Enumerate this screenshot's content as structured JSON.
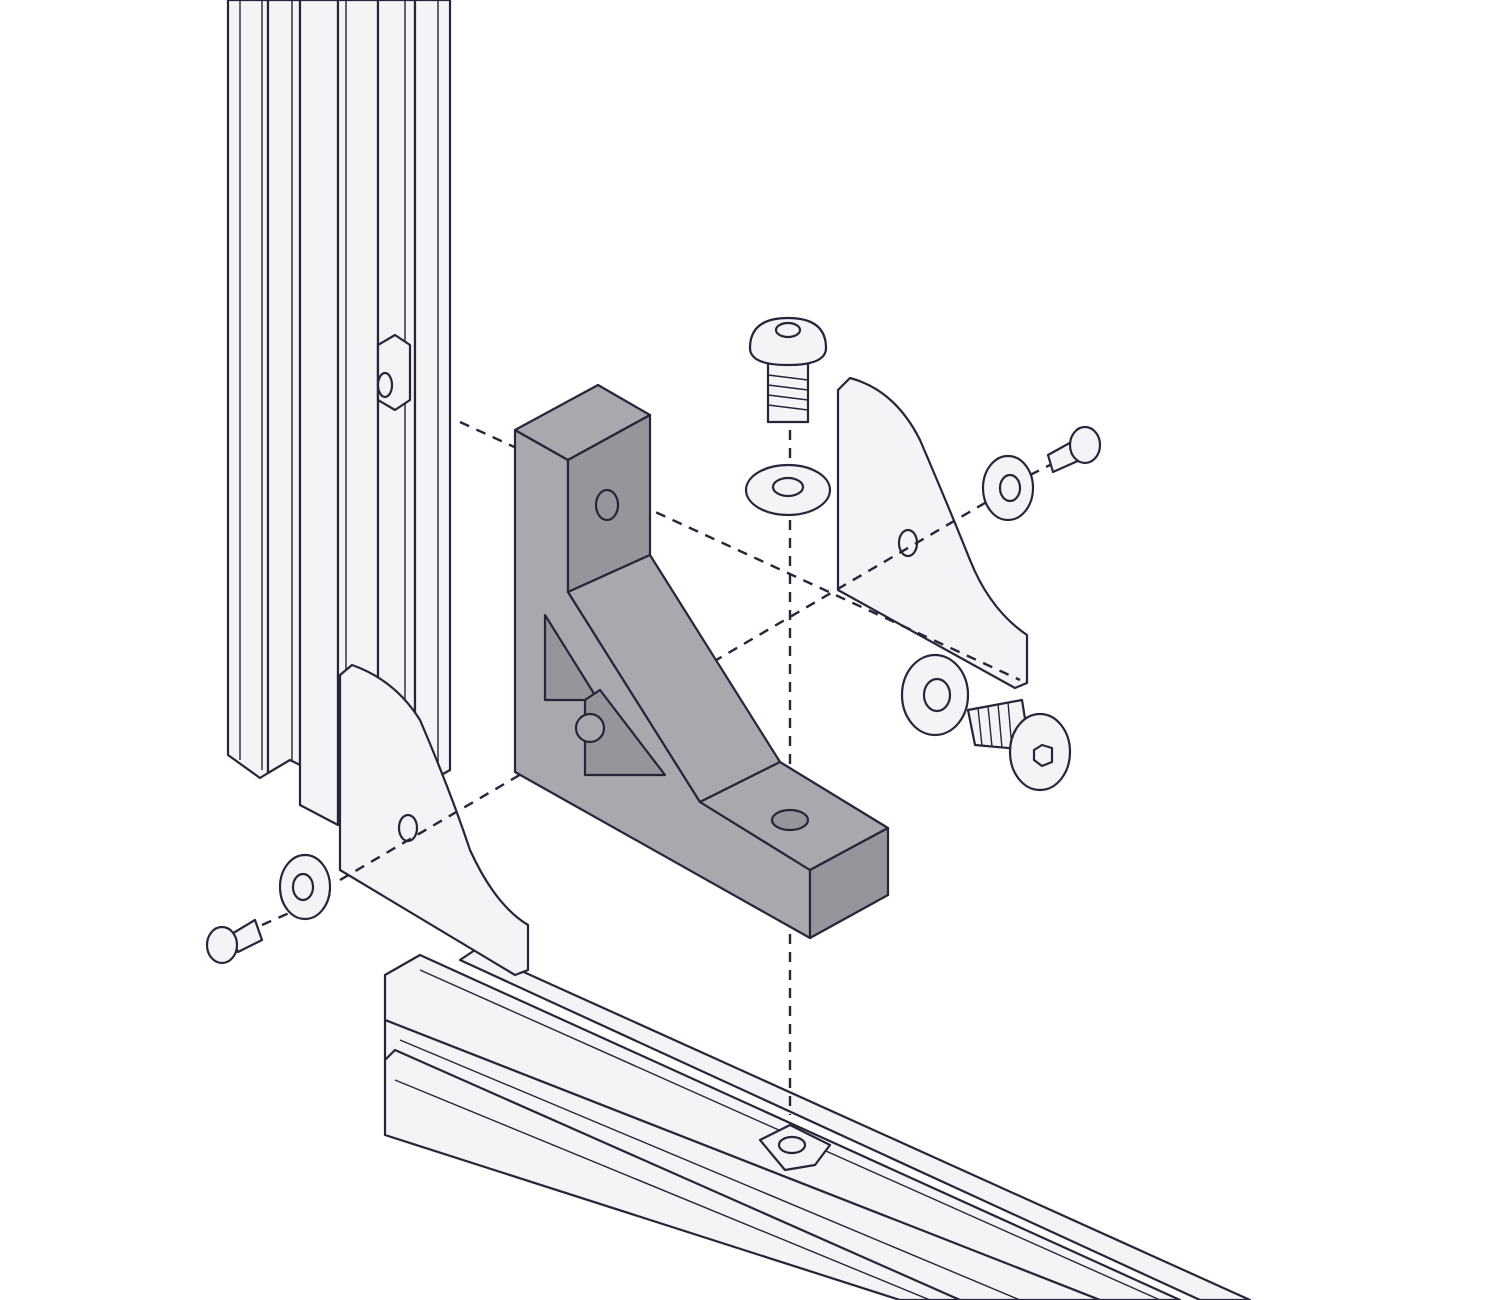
{
  "diagram": {
    "type": "exploded-assembly",
    "colors": {
      "outline": "#26253a",
      "part_fill": "#f4f4f6",
      "bracket_fill": "#a9a8ae",
      "bracket_shade": "#96959c",
      "background": "#ffffff"
    },
    "parts": [
      "vertical-extrusion",
      "horizontal-extrusion",
      "corner-bracket",
      "gusset-plate-left",
      "gusset-plate-right",
      "button-head-screw",
      "washer",
      "t-nut"
    ]
  }
}
